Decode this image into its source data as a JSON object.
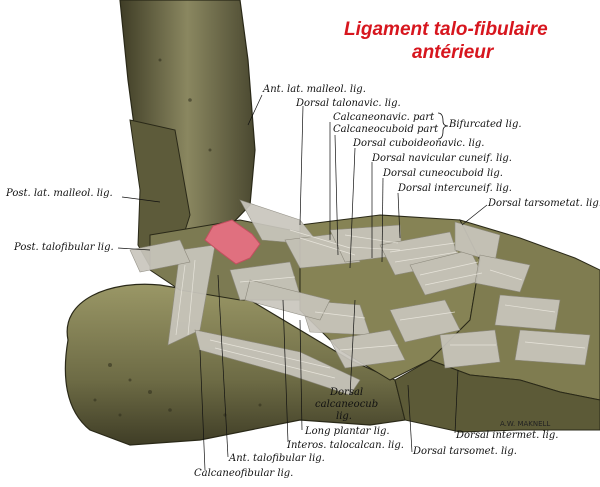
{
  "title": {
    "line1": "Ligament talo-fibulaire",
    "line2": "antérieur",
    "color": "#d7161e"
  },
  "colors": {
    "bone": "#6d6b45",
    "bone_light": "#9a9766",
    "bone_dark": "#3f3d26",
    "ligament": "#c9c6bd",
    "highlight": "#e0707f"
  },
  "labels": {
    "ant_lat_malleol": "Ant. lat. malleol. lig.",
    "dorsal_talonavic": "Dorsal talonavic. lig.",
    "calcaneonavic_part": "Calcaneonavic. part",
    "calcaneocuboid_part": "Calcaneocuboid part",
    "bifurcated": "Bifurcated lig.",
    "dorsal_cuboideonavic": "Dorsal cuboideonavic. lig.",
    "dorsal_navicular_cuneif": "Dorsal navicular cuneif. lig.",
    "dorsal_cuneocuboid": "Dorsal cuneocuboid lig.",
    "dorsal_intercuneif": "Dorsal intercuneif. lig.",
    "dorsal_tarsometat": "Dorsal tarsometat. lig.",
    "post_lat_malleol": "Post. lat. malleol. lig.",
    "post_talofibular": "Post. talofibular lig.",
    "dorsal_calcaneocub_1": "Dorsal",
    "dorsal_calcaneocub_2": "calcaneocub",
    "dorsal_calcaneocub_3": "lig.",
    "long_plantar": "Long plantar lig.",
    "interos_talocalcan": "Interos. talocalcan. lig.",
    "ant_talofibular": "Ant. talofibular lig.",
    "calcaneofibular": "Calcaneofibular lig.",
    "dorsal_intermet": "Dorsal intermet. lig.",
    "dorsal_tarsomet": "Dorsal tarsomet. lig."
  },
  "signature": "A.W. MAKNELL"
}
